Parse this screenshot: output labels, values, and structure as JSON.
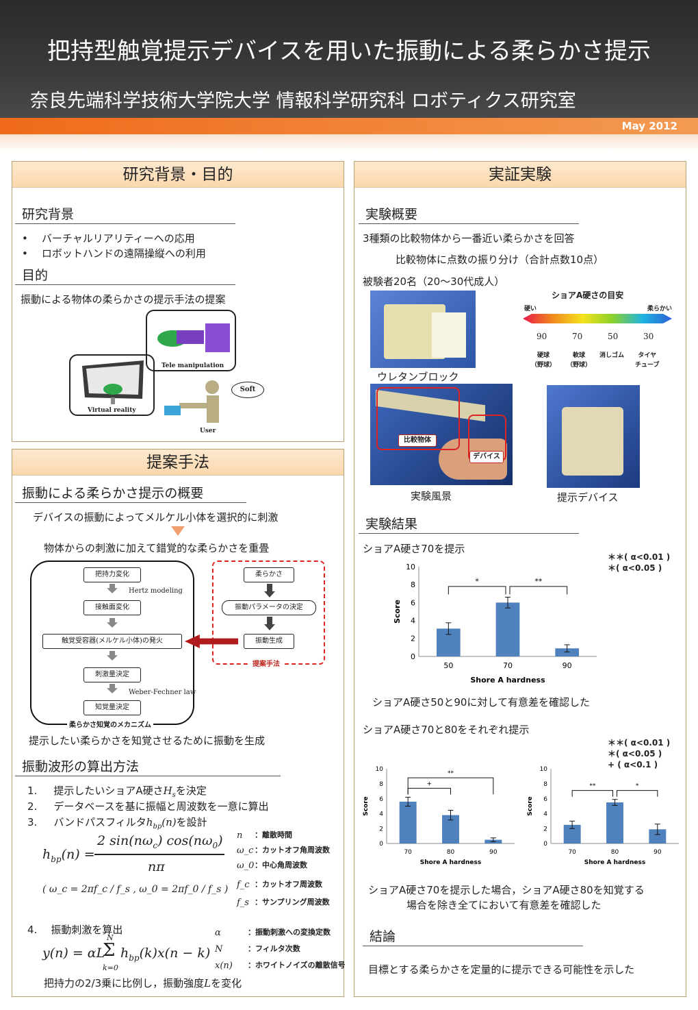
{
  "header": {
    "title": "把持型触覚提示デバイスを用いた振動による柔らかさ提示",
    "affiliation": "奈良先端科学技術大学院大学 情報科学研究科 ロボティクス研究室",
    "date": "May 2012"
  },
  "colors": {
    "orange": "#ef6a1a",
    "panel_head": "#fbd8ad",
    "bar": "#4f81bd",
    "red": "#c0271f"
  },
  "background": {
    "panel_title": "研究背景・目的",
    "sec1_title": "研究背景",
    "bullets": [
      "バーチャルリアリティーへの応用",
      "ロボットハンドの遠隔操縦への利用"
    ],
    "sec2_title": "目的",
    "purpose": "振動による物体の柔らかさの提示手法の提案",
    "fig_labels": {
      "tele": "Tele manipulation",
      "vr": "Virtual reality",
      "user": "User",
      "soft": "Soft"
    }
  },
  "method": {
    "panel_title": "提案手法",
    "sec1_title": "振動による柔らかさ提示の概要",
    "line1": "デバイスの振動によってメルケル小体を選択的に刺激",
    "line2": "物体からの刺激に加えて錯覚的な柔らかさを重畳",
    "flow": {
      "left": [
        "把持力変化",
        "接触面変化",
        "触覚受容器(メルケル小体)の発火",
        "刺激量決定",
        "知覚量決定"
      ],
      "hertz": "Hertz modeling",
      "weber": "Weber-Fechner law",
      "left_caption": "柔らかさ知覚のメカニズム",
      "right": [
        "柔らかさ",
        "振動パラメータの決定",
        "振動生成"
      ],
      "right_caption": "提案手法"
    },
    "line3": "提示したい柔らかさを知覚させるために振動を生成",
    "sec2_title": "振動波形の算出方法",
    "steps": {
      "s1_num": "1.",
      "s1_pre": "提示したいショアA硬さ",
      "s1_var": "H",
      "s1_sub": "s",
      "s1_post": "を決定",
      "s2_num": "2.",
      "s2": "データベースを基に振幅と周波数を一意に算出",
      "s3_num": "3.",
      "s3_pre": "バンドパスフィルタ",
      "s3_var": "h",
      "s3_sub": "bp",
      "s3_arg": "(n)",
      "s3_post": "を設計",
      "s4_num": "4.",
      "s4": "振動刺激を算出"
    },
    "formula1": {
      "lhs": "h",
      "lhs_sub": "bp",
      "lhs_arg": "(n) =",
      "num": "2 sin(nω",
      "num_sub": "c",
      "num_mid": ") cos(nω",
      "num_sub2": "0",
      "num_end": ")",
      "den": "nπ"
    },
    "formula2": "( ω_c = 2πf_c / f_s , ω_0 = 2πf_0 / f_s )",
    "formula3": {
      "lhs": "y(n) = αL",
      "sum_top": "N",
      "sum": "Σ",
      "sum_bot": "k=0",
      "rhs": "h",
      "rhs_sub": "bp",
      "rhs_end": "(k)x(n − k)"
    },
    "symbols": [
      {
        "sym": "n",
        "desc": "：離散時間"
      },
      {
        "sym": "ω_c",
        "desc": "：カットオフ角周波数"
      },
      {
        "sym": "ω_0",
        "desc": "：中心角周波数"
      },
      {
        "sym": "f_c",
        "desc": "：カットオフ周波数"
      },
      {
        "sym": "f_s",
        "desc": "：サンプリング周波数"
      }
    ],
    "symbols2": [
      {
        "sym": "α",
        "desc": "：振動刺激への変換定数"
      },
      {
        "sym": "N",
        "desc": "：フィルタ次数"
      },
      {
        "sym": "x(n)",
        "desc": "：ホワイトノイズの離散信号"
      }
    ],
    "final_line": {
      "pre": "把持力の2/3乗に比例し，振動強度",
      "var": "L",
      "post": "を変化"
    }
  },
  "experiment": {
    "panel_title": "実証実験",
    "sec1_title": "実験概要",
    "line1": "3種類の比較物体から一番近い柔らかさを回答",
    "line2": "比較物体に点数の振り分け（合計点数10点）",
    "line3": "被験者20名（20〜30代成人）",
    "scale": {
      "title": "ショアA硬さの目安",
      "hard": "硬い",
      "soft": "柔らかい",
      "ticks": [
        "90",
        "70",
        "50",
        "30"
      ],
      "examples": [
        "硬球\n（野球）",
        "軟球\n（野球）",
        "消しゴム",
        "タイヤ\nチューブ"
      ]
    },
    "photo_captions": {
      "urethane": "ウレタンブロック",
      "scene": "実験風景",
      "device": "提示デバイス"
    },
    "photo_tags": {
      "compare": "比較物体",
      "device": "デバイス"
    },
    "sec2_title": "実験結果",
    "res1_title": "ショアA硬さ70を提示",
    "res1_legend": [
      "＊＊( α<0.01 )",
      "＊( α<0.05 )"
    ],
    "res1_note": "ショアA硬さ50と90に対して有意差を確認した",
    "res2_title": "ショアA硬さ70と80をそれぞれ提示",
    "res2_legend": [
      "＊＊( α<0.01 )",
      "＊( α<0.05 )",
      "+ ( α<0.1 )"
    ],
    "res2_note1": "ショアA硬さ70を提示した場合，ショアA硬さ80を知覚する",
    "res2_note2": "場合を除き全てにおいて有意差を確認した",
    "sec3_title": "結論",
    "conclusion": "目標とする柔らかさを定量的に提示できる可能性を示した"
  },
  "chart_data": [
    {
      "type": "bar",
      "categories": [
        "50",
        "70",
        "90"
      ],
      "values": [
        3.1,
        6.0,
        0.9
      ],
      "errors": [
        0.65,
        0.6,
        0.4
      ],
      "xlabel": "Shore A hardness",
      "ylabel": "Score",
      "ylim": [
        0,
        10
      ],
      "yticks": [
        "0",
        "2",
        "4",
        "6",
        "8",
        "10"
      ],
      "sig": [
        {
          "from": 0,
          "to": 1,
          "label": "*"
        },
        {
          "from": 1,
          "to": 2,
          "label": "**"
        }
      ]
    },
    {
      "type": "bar",
      "categories": [
        "70",
        "80",
        "90"
      ],
      "values": [
        5.6,
        3.8,
        0.5
      ],
      "errors": [
        0.6,
        0.65,
        0.25
      ],
      "xlabel": "Shore A hardness",
      "ylabel": "Score",
      "ylim": [
        0,
        10
      ],
      "yticks": [
        "0",
        "2",
        "4",
        "6",
        "8",
        "10"
      ],
      "sig": [
        {
          "from": 0,
          "to": 1,
          "label": "+"
        },
        {
          "from": 0,
          "to": 2,
          "label": "**"
        }
      ]
    },
    {
      "type": "bar",
      "categories": [
        "70",
        "80",
        "90"
      ],
      "values": [
        2.5,
        5.5,
        1.9
      ],
      "errors": [
        0.5,
        0.4,
        0.7
      ],
      "xlabel": "Shore A hardness",
      "ylabel": "Score",
      "ylim": [
        0,
        10
      ],
      "yticks": [
        "0",
        "2",
        "4",
        "6",
        "8",
        "10"
      ],
      "sig": [
        {
          "from": 0,
          "to": 1,
          "label": "**"
        },
        {
          "from": 1,
          "to": 2,
          "label": "*"
        }
      ]
    }
  ]
}
